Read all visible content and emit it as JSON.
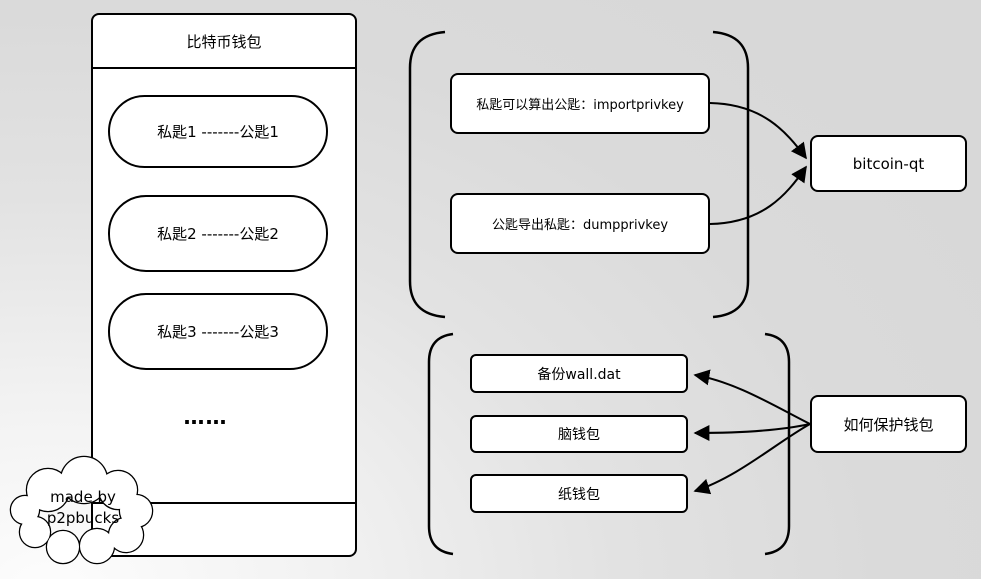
{
  "diagram": {
    "wallet": {
      "title": "比特币钱包",
      "keypairs": [
        "私匙1 -------公匙1",
        "私匙2 -------公匙2",
        "私匙3 -------公匙3"
      ],
      "ellipsis": "……"
    },
    "credit": {
      "line1": "made by",
      "line2": "p2pbucks"
    },
    "key_commands": {
      "items": [
        "私匙可以算出公匙：importprivkey",
        "公匙导出私匙：dumpprivkey"
      ],
      "target": "bitcoin-qt"
    },
    "protection": {
      "question": "如何保护钱包",
      "methods": [
        "备份wall.dat",
        "脑钱包",
        "纸钱包"
      ]
    },
    "colors": {
      "line": "#000000",
      "node_fill": "#ffffff",
      "background_gray": "#d8d8d8",
      "background_light": "#fdfdfd"
    }
  }
}
